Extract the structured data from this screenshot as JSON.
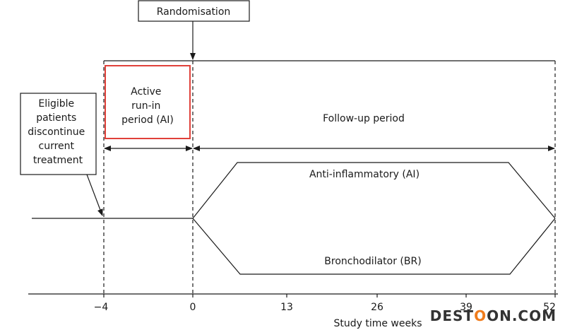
{
  "randomisation_label": "Randomisation",
  "eligible_label": [
    "Eligible",
    "patients",
    "discontinue",
    "current",
    "treatment"
  ],
  "runin_label": [
    "Active",
    "run-in",
    "period (AI)"
  ],
  "followup_label": "Follow-up period",
  "ai_arm_label": "Anti-inflammatory (AI)",
  "br_arm_label": "Bronchodilator (BR)",
  "axis": {
    "title": "Study time weeks",
    "ticks": [
      "−4",
      "0",
      "13",
      "26",
      "39",
      "52"
    ]
  },
  "colors": {
    "runin_box": "#e0413a",
    "lines": "#1a1a1a"
  },
  "watermark": {
    "prefix": "DEST",
    "accent": "O",
    "suffix": "ON.COM"
  }
}
